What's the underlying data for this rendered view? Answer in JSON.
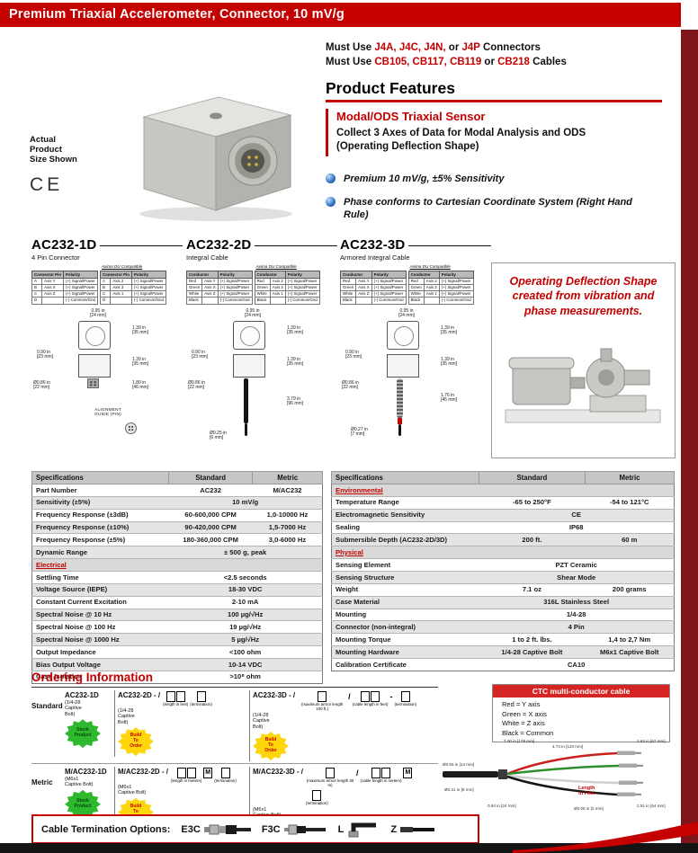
{
  "page": {
    "title": "Premium Triaxial Accelerometer, Connector, 10 mV/g"
  },
  "colors": {
    "accent_red": "#c40000",
    "strip_maroon": "#7e151b",
    "stock_green": "#2eb82e",
    "build_yellow": "#ffd60a"
  },
  "intro": {
    "actual_size": "Actual\nProduct\nSize Shown",
    "ce_mark": "CE",
    "must_use": [
      {
        "segments": [
          {
            "text": "Must Use ",
            "red": false
          },
          {
            "text": "J4A, J4C, J4N,",
            "red": true
          },
          {
            "text": " or ",
            "red": false
          },
          {
            "text": "J4P",
            "red": true
          },
          {
            "text": " Connectors",
            "red": false
          }
        ]
      },
      {
        "segments": [
          {
            "text": "Must Use ",
            "red": false
          },
          {
            "text": "CB105, CB117, CB119",
            "red": true
          },
          {
            "text": " or ",
            "red": false
          },
          {
            "text": "CB218",
            "red": true
          },
          {
            "text": " Cables",
            "red": false
          }
        ]
      }
    ],
    "product_features_title": "Product Features",
    "modal_title": "Modal/ODS Triaxial Sensor",
    "modal_desc": "Collect 3 Axes of Data for Modal Analysis and ODS (Operating Deflection Shape)",
    "bullets": [
      "Premium 10 mV/g, ±5% Sensitivity",
      "Phase conforms to Cartesian Coordinate System (Right Hand Rule)"
    ]
  },
  "variants": [
    {
      "model": "AC232-1D",
      "subtitle": "4 Pin Connector",
      "table1": {
        "header": [
          "Connector Pin",
          "Polarity"
        ],
        "rows": [
          [
            "A",
            "Axis Y",
            "(+) Signal/Power"
          ],
          [
            "B",
            "Axis X",
            "(+) Signal/Power"
          ],
          [
            "C",
            "Axis Z",
            "(+) Signal/Power"
          ],
          [
            "D",
            "",
            "(-) Common/Gnd"
          ]
        ]
      },
      "table2": {
        "title": "Axima DU Compatible",
        "header": [
          "Connector Pin",
          "Polarity"
        ],
        "rows": [
          [
            "A",
            "Axis 2",
            "(+) Signal/Power"
          ],
          [
            "B",
            "Axis 3",
            "(+) Signal/Power"
          ],
          [
            "C",
            "Axis 1",
            "(+) Signal/Power"
          ],
          [
            "D",
            "",
            "(-) Common/Gnd"
          ]
        ]
      },
      "dims": {
        "top_w": "0.95 in\n[24 mm]",
        "top_h": "1.39 in\n[35 mm]",
        "front_h": "0.90 in\n[23 mm]",
        "hex": "Ø0.86 in\n[22 mm]",
        "body_w": "1.39 in\n[35 mm]",
        "length": "1.80 in\n[46 mm]"
      },
      "note": "ALIGNMENT\nGUIDE (PIN)"
    },
    {
      "model": "AC232-2D",
      "subtitle": "Integral Cable",
      "table1": {
        "header": [
          "Conductor",
          "Polarity"
        ],
        "rows": [
          [
            "Red",
            "Axis Y",
            "(+) Signal/Power"
          ],
          [
            "Green",
            "Axis X",
            "(+) Signal/Power"
          ],
          [
            "White",
            "Axis Z",
            "(+) Signal/Power"
          ],
          [
            "Black",
            "",
            "(-) Common/Gnd"
          ]
        ]
      },
      "table2": {
        "title": "Axima DU Compatible",
        "header": [
          "Conductor",
          "Polarity"
        ],
        "rows": [
          [
            "Red",
            "Axis 2",
            "(+) Signal/Power"
          ],
          [
            "Green",
            "Axis 3",
            "(+) Signal/Power"
          ],
          [
            "White",
            "Axis 1",
            "(+) Signal/Power"
          ],
          [
            "Black",
            "",
            "(-) Common/Gnd"
          ]
        ]
      },
      "dims": {
        "top_w": "0.95 in\n[24 mm]",
        "top_h": "1.39 in\n[35 mm]",
        "front_h": "0.90 in\n[23 mm]",
        "hex": "Ø0.86 in\n[22 mm]",
        "body_w": "1.39 in\n[35 mm]",
        "length": "3.79 in\n[96 mm]",
        "tip": "Ø0.25 in\n[6 mm]"
      }
    },
    {
      "model": "AC232-3D",
      "subtitle": "Armored Integral Cable",
      "table1": {
        "header": [
          "Conductor",
          "Polarity"
        ],
        "rows": [
          [
            "Red",
            "Axis Y",
            "(+) Signal/Power"
          ],
          [
            "Green",
            "Axis X",
            "(+) Signal/Power"
          ],
          [
            "White",
            "Axis Z",
            "(+) Signal/Power"
          ],
          [
            "Black",
            "",
            "(-) Common/Gnd"
          ]
        ]
      },
      "table2": {
        "title": "Axima DU Compatible",
        "header": [
          "Conductor",
          "Polarity"
        ],
        "rows": [
          [
            "Red",
            "Axis 2",
            "(+) Signal/Power"
          ],
          [
            "Green",
            "Axis 3",
            "(+) Signal/Power"
          ],
          [
            "White",
            "Axis 1",
            "(+) Signal/Power"
          ],
          [
            "Black",
            "",
            "(-) Common/Gnd"
          ]
        ]
      },
      "dims": {
        "top_w": "0.95 in\n[24 mm]",
        "top_h": "1.39 in\n[35 mm]",
        "front_h": "0.90 in\n[23 mm]",
        "hex": "Ø0.86 in\n[22 mm]",
        "body_w": "1.39 in\n[35 mm]",
        "length": "1.76 in\n[45 mm]",
        "tip": "Ø0.27 in\n[7 mm]"
      }
    }
  ],
  "ods_note": "Operating Deflection Shape created from vibration and phase measurements.",
  "spec_left": {
    "columns": [
      "Specifications",
      "Standard",
      "Metric"
    ],
    "rows": [
      {
        "label": "Part Number",
        "standard": "AC232",
        "metric": "M/AC232"
      },
      {
        "label": "Sensitivity (±5%)",
        "value": "10 mV/g"
      },
      {
        "label": "Frequency Response (±3dB)",
        "standard": "60-600,000 CPM",
        "metric": "1,0-10000 Hz"
      },
      {
        "label": "Frequency Response (±10%)",
        "standard": "90-420,000 CPM",
        "metric": "1,5-7000 Hz"
      },
      {
        "label": "Frequency Response (±5%)",
        "standard": "180-360,000 CPM",
        "metric": "3,0-6000 Hz"
      },
      {
        "label": "Dynamic Range",
        "value": "± 500 g, peak"
      },
      {
        "section": "Electrical"
      },
      {
        "label": "Settling Time",
        "value": "<2.5 seconds"
      },
      {
        "label": "Voltage Source (IEPE)",
        "value": "18-30 VDC"
      },
      {
        "label": "Constant Current Excitation",
        "value": "2-10 mA"
      },
      {
        "label": "Spectral Noise @ 10 Hz",
        "value": "100 µg/√Hz"
      },
      {
        "label": "Spectral Noise @ 100 Hz",
        "value": "19 µg/√Hz"
      },
      {
        "label": "Spectral Noise @ 1000 Hz",
        "value": "5 µg/√Hz"
      },
      {
        "label": "Output Impedance",
        "value": "<100 ohm"
      },
      {
        "label": "Bias Output Voltage",
        "value": "10-14 VDC"
      },
      {
        "label": "Case Isolation",
        "value": ">10⁸ ohm"
      }
    ]
  },
  "spec_right": {
    "columns": [
      "Specifications",
      "Standard",
      "Metric"
    ],
    "rows": [
      {
        "section": "Environmental"
      },
      {
        "label": "Temperature Range",
        "standard": "-65 to 250°F",
        "metric": "-54 to 121°C"
      },
      {
        "label": "Electromagnetic Sensitivity",
        "value": "CE"
      },
      {
        "label": "Sealing",
        "value": "IP68"
      },
      {
        "label": "Submersible Depth (AC232-2D/3D)",
        "standard": "200 ft.",
        "metric": "60 m"
      },
      {
        "section": "Physical"
      },
      {
        "label": "Sensing Element",
        "value": "PZT Ceramic"
      },
      {
        "label": "Sensing Structure",
        "value": "Shear Mode"
      },
      {
        "label": "Weight",
        "standard": "7.1 oz",
        "metric": "200 grams"
      },
      {
        "label": "Case Material",
        "value": "316L Stainless Steel"
      },
      {
        "label": "Mounting",
        "value": "1/4-28"
      },
      {
        "label": "Connector (non-integral)",
        "value": "4 Pin"
      },
      {
        "label": "Mounting Torque",
        "standard": "1 to 2 ft. lbs.",
        "metric": "1,4 to 2,7 Nm"
      },
      {
        "label": "Mounting Hardware",
        "standard": "1/4-28 Captive Bolt",
        "metric": "M6x1 Captive Bolt"
      },
      {
        "label": "Calibration Certificate",
        "value": "CA10"
      }
    ]
  },
  "ordering": {
    "title": "Ordering Information",
    "badges": {
      "stock": "Stock\nProduct",
      "build": "Build\nTo\nOrder"
    },
    "rows": [
      {
        "label": "Standard",
        "items": [
          {
            "model": "AC232-1D",
            "sub": "(1/4-28\nCaptive\nBolt)",
            "badge": "stock"
          },
          {
            "model": "AC232-2D - /",
            "sub": "(1/4-28\nCaptive\nBolt)",
            "badge": "build",
            "groups": [
              {
                "t": "box",
                "n": 2,
                "label": "(length in feet)"
              },
              {
                "t": "box",
                "n": 1,
                "label": "(termination)"
              }
            ]
          },
          {
            "model": "AC232-3D - /",
            "sub": "(1/4-28\nCaptive\nBolt)",
            "badge": "build",
            "groups": [
              {
                "t": "box",
                "n": 1,
                "label": "(maximum armor length 100 ft.)"
              },
              {
                "t": "sep",
                "c": "/"
              },
              {
                "t": "box",
                "n": 2,
                "label": "(cable length in feet)"
              },
              {
                "t": "sep",
                "c": "-"
              },
              {
                "t": "box",
                "n": 1,
                "label": "(termination)"
              }
            ]
          }
        ]
      },
      {
        "label": "Metric",
        "items": [
          {
            "model": "M/AC232-1D",
            "sub": "(M6x1\nCaptive Bolt)",
            "badge": "stock"
          },
          {
            "model": "M/AC232-2D - /",
            "sub": "(M6x1\nCaptive Bolt)",
            "badge": "build",
            "groups": [
              {
                "t": "box",
                "n": 2,
                "label": "(length in meters)"
              },
              {
                "t": "box",
                "n": 1,
                "fill": "M",
                "label": ""
              },
              {
                "t": "box",
                "n": 1,
                "label": "(termination)"
              }
            ]
          },
          {
            "model": "M/AC232-3D - /",
            "sub": "(M6x1\nCaptive Bolt)",
            "badge": "build",
            "groups": [
              {
                "t": "box",
                "n": 1,
                "label": "(maximum armor length 30 m)"
              },
              {
                "t": "sep",
                "c": "/"
              },
              {
                "t": "box",
                "n": 2,
                "label": "(cable length in meters)"
              },
              {
                "t": "box",
                "n": 1,
                "fill": "M",
                "label": ""
              },
              {
                "t": "box",
                "n": 1,
                "label": "(termination)"
              }
            ]
          }
        ]
      }
    ],
    "cable_legend": {
      "title": "CTC multi-conductor cable",
      "lines": [
        "Red = Y axis",
        "Green = X axis",
        "White = Z axis",
        "Black = Common"
      ]
    },
    "cable_dims": {
      "d1": "Ø0.55 in [14 mm]",
      "d2": "7.00 in [178 mm]",
      "d3": "4.74 in [120 mm]",
      "d4": "2.63 in [67 mm]",
      "d5": "2.51 in [64 mm]",
      "d6": "Ø0.31 in [8 mm]",
      "d7": "0.94 in [24 mm]",
      "d8": "Ø0.08 in [2 mm]",
      "length_note": "Length\nin Feet"
    }
  },
  "terminations": {
    "label": "Cable Termination Options:",
    "options": [
      {
        "label": "E3C"
      },
      {
        "label": "F3C"
      },
      {
        "label": "L"
      },
      {
        "label": "Z"
      }
    ]
  }
}
